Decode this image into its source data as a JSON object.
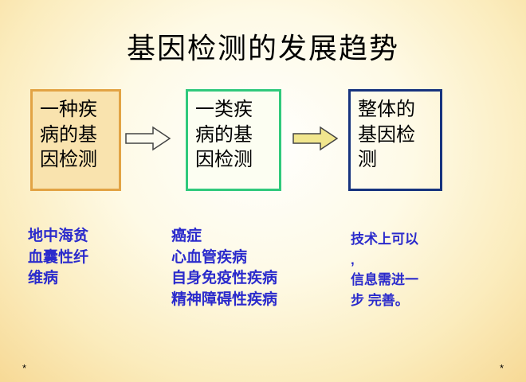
{
  "title": "基因检测的发展趋势",
  "flow": {
    "boxes": [
      {
        "text": "一种疾\n病的基\n因检测"
      },
      {
        "text": "一类疾\n病的基\n因检测"
      },
      {
        "text": "整体的\n基因检\n测"
      }
    ],
    "arrows": [
      "right-arrow",
      "right-arrow"
    ]
  },
  "notes": {
    "left": "地中海贫\n血囊性纤\n维病",
    "middle": "癌症\n心血管疾病\n自身免疫性疾病\n精神障碍性疾病",
    "right": "技术上可以\n,\n信息需进一\n步 完善。"
  },
  "footer": {
    "left_mark": "*",
    "right_mark": "*"
  },
  "colors": {
    "box1_border": "#e2a344",
    "box1_bg": "#f9e3ae",
    "box2_border": "#30c97c",
    "box2_bg": "#fcfef2",
    "box3_border": "#16337e",
    "note_text": "#2b2bcc",
    "arrow1_fill": "#fdfbef",
    "arrow2_fill": "#f1e68e",
    "background_edge": "#efc170"
  }
}
